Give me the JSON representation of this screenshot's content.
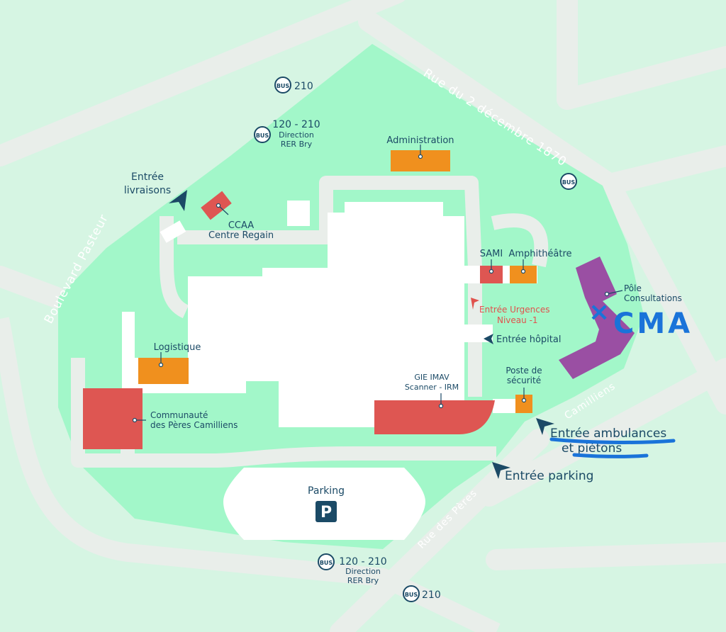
{
  "colors": {
    "background": "#d6f5e3",
    "campus": "#a2f7c9",
    "road": "#e9eeea",
    "building": "#ffffff",
    "service_orange": "#f0901e",
    "service_red": "#de5652",
    "consultations_purple": "#9a4fa3",
    "text_navy": "#1b4a66",
    "urgences_red": "#e0524d",
    "marker_blue": "#1a73d9"
  },
  "streets": {
    "boulevard_pasteur": "Boulevard Pasteur",
    "rue_2_decembre": "Rue du 2 décembre 1870",
    "rue_des_peres": "Rue des Pères",
    "camilliens": "Camilliens"
  },
  "bus": {
    "badge": "BUS",
    "stop_top": "210",
    "stop_north_lines": "120 - 210",
    "stop_north_dir1": "Direction",
    "stop_north_dir2": "RER Bry",
    "stop_south_lines": "120 - 210",
    "stop_south_dir1": "Direction",
    "stop_south_dir2": "RER Bry",
    "stop_bottom": "210"
  },
  "services": {
    "administration": "Administration",
    "ccaa_1": "CCAA",
    "ccaa_2": "Centre Regain",
    "sami": "SAMI",
    "amphitheatre": "Amphithéâtre",
    "pole_1": "Pôle",
    "pole_2": "Consultations",
    "logistique": "Logistique",
    "communaute_1": "Communauté",
    "communaute_2": "des Pères Camilliens",
    "gie_1": "GIE IMAV",
    "gie_2": "Scanner - IRM",
    "poste_1": "Poste de",
    "poste_2": "sécurité",
    "parking": "Parking",
    "parking_sign": "P"
  },
  "entrances": {
    "livraisons_1": "Entrée",
    "livraisons_2": "livraisons",
    "urgences_1": "Entrée Urgences",
    "urgences_2": "Niveau -1",
    "hopital": "Entrée hôpital",
    "ambulances": "Entrée ambulances",
    "pietons": "et piétons",
    "parking": "Entrée parking"
  },
  "annotation": {
    "cross": "×",
    "text": "CMA"
  }
}
